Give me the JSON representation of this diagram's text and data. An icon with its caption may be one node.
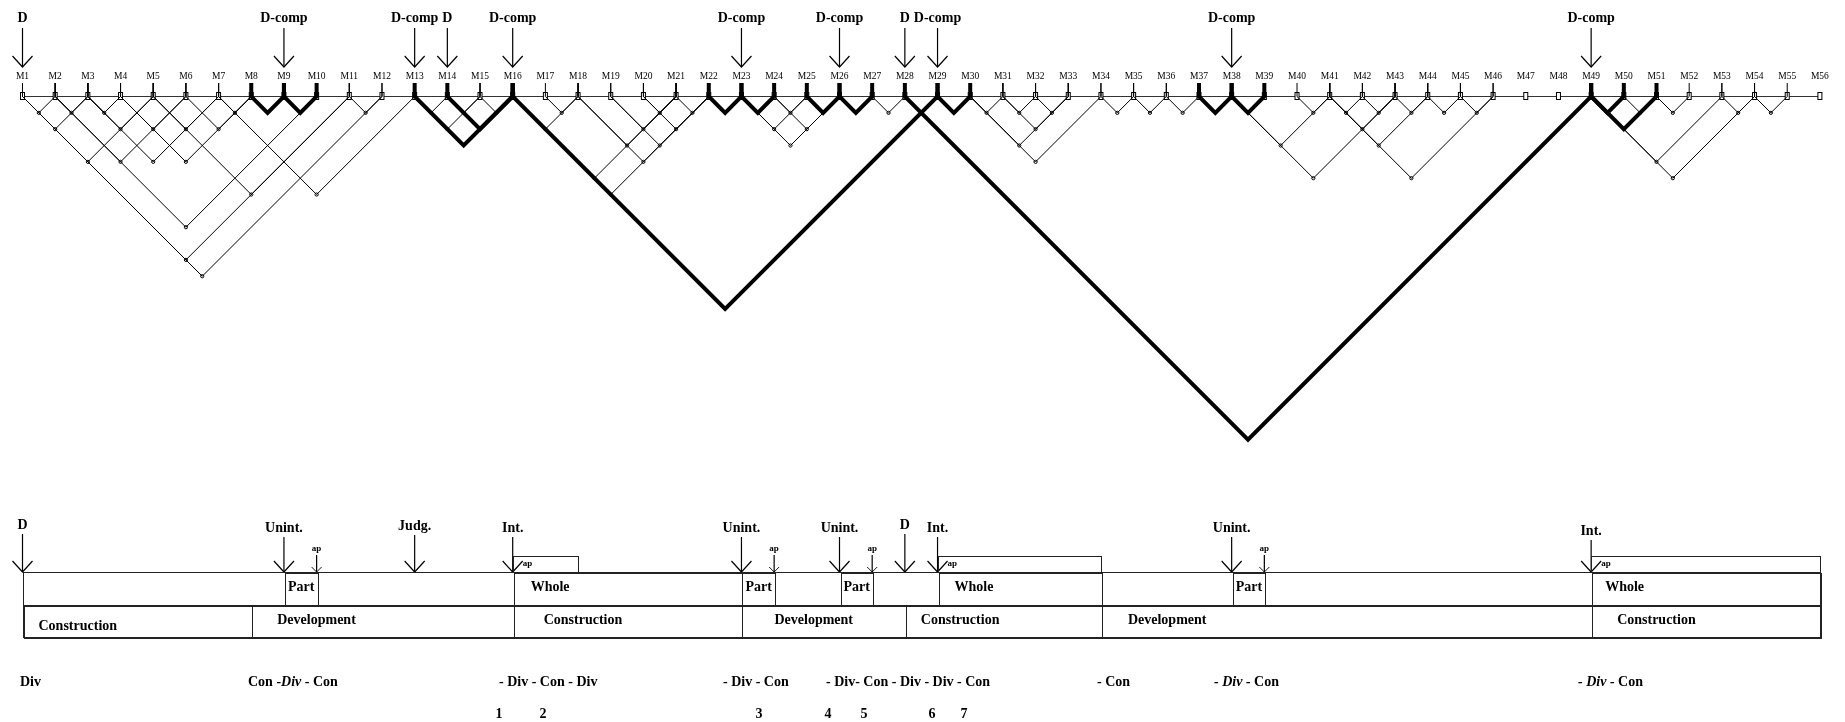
{
  "diagram": {
    "nodes": [
      {
        "text": [
          "D"
        ]
      },
      {
        "text": [
          "D-comp"
        ]
      },
      {
        "text": [
          "D-comp"
        ]
      },
      {
        "text": [
          "D"
        ]
      },
      {
        "text": [
          "D-comp"
        ]
      },
      {
        "text": [
          "D-comp"
        ]
      },
      {
        "text": [
          "D-comp"
        ]
      },
      {
        "text": [
          "D"
        ]
      },
      {
        "text": [
          "D-comp"
        ]
      },
      {
        "text": [
          "D-comp"
        ]
      },
      {
        "text": [
          "D-comp"
        ]
      },
      {
        "text": [
          "D"
        ]
      },
      {
        "text": [
          "Unint."
        ]
      },
      {
        "text": [
          "ap"
        ]
      },
      {
        "text": [
          "Judg."
        ]
      },
      {
        "text": [
          "Int."
        ]
      },
      {
        "text": [
          "Unint."
        ]
      },
      {
        "text": [
          "ap"
        ]
      },
      {
        "text": [
          "Unint."
        ]
      },
      {
        "text": [
          "ap"
        ]
      },
      {
        "text": [
          "D"
        ]
      },
      {
        "text": [
          "Int."
        ]
      },
      {
        "text": [
          "Unint."
        ]
      },
      {
        "text": [
          "ap"
        ]
      },
      {
        "text": [
          "Int."
        ]
      },
      {
        "text": [
          "ap"
        ]
      },
      {
        "text": [
          "ap"
        ]
      },
      {
        "text": [
          "ap"
        ]
      },
      {
        "text": [],
        "shape": "box"
      },
      {
        "text": [
          "Part"
        ],
        "in": 28
      },
      {
        "text": [
          "Whole"
        ],
        "in": 28
      },
      {
        "text": [
          "Part"
        ],
        "in": 28
      },
      {
        "text": [
          "Part"
        ],
        "in": 28
      },
      {
        "text": [
          "Whole"
        ],
        "in": 28
      },
      {
        "text": [
          "Part"
        ],
        "in": 28
      },
      {
        "text": [
          "Whole"
        ],
        "in": 28
      },
      {
        "text": [
          "Construction"
        ],
        "in": 28
      },
      {
        "text": [
          "Development"
        ],
        "in": 28
      },
      {
        "text": [
          "Construction"
        ],
        "in": 28
      },
      {
        "text": [
          "Development"
        ],
        "in": 28
      },
      {
        "text": [
          "Construction"
        ],
        "in": 28
      },
      {
        "text": [
          "Development"
        ],
        "in": 28
      },
      {
        "text": [
          "Construction"
        ],
        "in": 28
      },
      {
        "text": [
          "M1"
        ]
      },
      {
        "text": [
          "M2"
        ]
      },
      {
        "text": [
          "M3"
        ]
      },
      {
        "text": [
          "M4"
        ]
      },
      {
        "text": [
          "M5"
        ]
      },
      {
        "text": [
          "M6"
        ]
      },
      {
        "text": [
          "M7"
        ]
      },
      {
        "text": [
          "M8"
        ]
      },
      {
        "text": [
          "M9"
        ]
      },
      {
        "text": [
          "M10"
        ]
      },
      {
        "text": [
          "M11"
        ]
      },
      {
        "text": [
          "M12"
        ]
      },
      {
        "text": [
          "M13"
        ]
      },
      {
        "text": [
          "M14"
        ]
      },
      {
        "text": [
          "M15"
        ]
      },
      {
        "text": [
          "M16"
        ]
      },
      {
        "text": [
          "M17"
        ]
      },
      {
        "text": [
          "M18"
        ]
      },
      {
        "text": [
          "M19"
        ]
      },
      {
        "text": [
          "M20"
        ]
      },
      {
        "text": [
          "M21"
        ]
      },
      {
        "text": [
          "M22"
        ]
      },
      {
        "text": [
          "M23"
        ]
      },
      {
        "text": [
          "M24"
        ]
      },
      {
        "text": [
          "M25"
        ]
      },
      {
        "text": [
          "M26"
        ]
      },
      {
        "text": [
          "M27"
        ]
      },
      {
        "text": [
          "M28"
        ]
      },
      {
        "text": [
          "M29"
        ]
      },
      {
        "text": [
          "M30"
        ]
      },
      {
        "text": [
          "M31"
        ]
      },
      {
        "text": [
          "M32"
        ]
      },
      {
        "text": [
          "M33"
        ]
      },
      {
        "text": [
          "M34"
        ]
      },
      {
        "text": [
          "M35"
        ]
      },
      {
        "text": [
          "M36"
        ]
      },
      {
        "text": [
          "M37"
        ]
      },
      {
        "text": [
          "M38"
        ]
      },
      {
        "text": [
          "M39"
        ]
      },
      {
        "text": [
          "M40"
        ]
      },
      {
        "text": [
          "M41"
        ]
      },
      {
        "text": [
          "M42"
        ]
      },
      {
        "text": [
          "M43"
        ]
      },
      {
        "text": [
          "M44"
        ]
      },
      {
        "text": [
          "M45"
        ]
      },
      {
        "text": [
          "M46"
        ]
      },
      {
        "text": [
          "M47"
        ]
      },
      {
        "text": [
          "M48"
        ]
      },
      {
        "text": [
          "M49"
        ]
      },
      {
        "text": [
          "M50"
        ]
      },
      {
        "text": [
          "M51"
        ]
      },
      {
        "text": [
          "M52"
        ]
      },
      {
        "text": [
          "M53"
        ]
      },
      {
        "text": [
          "M54"
        ]
      },
      {
        "text": [
          "M55"
        ]
      },
      {
        "text": [
          "M56"
        ]
      }
    ],
    "edges": [
      {
        "from": 0,
        "to": 43,
        "arrow": "to"
      },
      {
        "from": 1,
        "to": 51,
        "arrow": "to"
      },
      {
        "from": 2,
        "to": 55,
        "arrow": "to"
      },
      {
        "from": 3,
        "to": 56,
        "arrow": "to"
      },
      {
        "from": 4,
        "to": 58,
        "arrow": "to"
      },
      {
        "from": 5,
        "to": 65,
        "arrow": "to"
      },
      {
        "from": 6,
        "to": 68,
        "arrow": "to"
      },
      {
        "from": 7,
        "to": 70,
        "arrow": "to"
      },
      {
        "from": 8,
        "to": 71,
        "arrow": "to"
      },
      {
        "from": 9,
        "to": 80,
        "arrow": "to"
      },
      {
        "from": 10,
        "to": 91,
        "arrow": "to"
      },
      {
        "from": 11,
        "to": 28,
        "arrow": "to"
      },
      {
        "from": 12,
        "to": 29,
        "arrow": "to"
      },
      {
        "from": 13,
        "to": 29,
        "arrow": "to"
      },
      {
        "from": 14,
        "to": 28,
        "arrow": "to"
      },
      {
        "from": 15,
        "to": 25,
        "arrow": "to"
      },
      {
        "from": 16,
        "to": 31,
        "arrow": "to"
      },
      {
        "from": 17,
        "to": 31,
        "arrow": "to"
      },
      {
        "from": 18,
        "to": 32,
        "arrow": "to"
      },
      {
        "from": 19,
        "to": 32,
        "arrow": "to"
      },
      {
        "from": 20,
        "to": 28,
        "arrow": "to"
      },
      {
        "from": 21,
        "to": 26,
        "arrow": "to"
      },
      {
        "from": 22,
        "to": 34,
        "arrow": "to"
      },
      {
        "from": 23,
        "to": 34,
        "arrow": "to"
      },
      {
        "from": 24,
        "to": 27,
        "arrow": "to"
      },
      {
        "from": 43,
        "to": 44,
        "arrow": "none"
      },
      {
        "from": 44,
        "to": 45,
        "arrow": "none"
      },
      {
        "from": 43,
        "to": 45,
        "arrow": "none"
      },
      {
        "from": 45,
        "to": 46,
        "arrow": "none"
      },
      {
        "from": 45,
        "to": 47,
        "arrow": "none"
      },
      {
        "from": 46,
        "to": 48,
        "arrow": "none"
      },
      {
        "from": 47,
        "to": 49,
        "arrow": "none"
      },
      {
        "from": 48,
        "to": 50,
        "arrow": "none"
      },
      {
        "from": 49,
        "to": 50,
        "arrow": "none"
      },
      {
        "from": 43,
        "to": 47,
        "arrow": "none"
      },
      {
        "from": 44,
        "to": 48,
        "arrow": "none"
      },
      {
        "from": 45,
        "to": 49,
        "arrow": "none"
      },
      {
        "from": 46,
        "to": 50,
        "arrow": "none"
      },
      {
        "from": 47,
        "to": 53,
        "arrow": "none"
      },
      {
        "from": 49,
        "to": 55,
        "arrow": "none"
      },
      {
        "from": 44,
        "to": 52,
        "arrow": "none"
      },
      {
        "from": 43,
        "to": 53,
        "arrow": "none"
      },
      {
        "from": 43,
        "to": 54,
        "arrow": "none"
      },
      {
        "from": 53,
        "to": 54,
        "arrow": "none"
      },
      {
        "from": 50,
        "to": 51,
        "arrow": "none",
        "style": "thick"
      },
      {
        "from": 51,
        "to": 52,
        "arrow": "none",
        "style": "thick"
      },
      {
        "from": 55,
        "to": 58,
        "arrow": "none",
        "style": "thick"
      },
      {
        "from": 56,
        "to": 58,
        "arrow": "none",
        "style": "thick"
      },
      {
        "from": 55,
        "to": 56,
        "arrow": "none"
      },
      {
        "from": 55,
        "to": 57,
        "arrow": "none"
      },
      {
        "from": 56,
        "to": 57,
        "arrow": "none"
      },
      {
        "from": 57,
        "to": 58,
        "arrow": "none"
      },
      {
        "from": 59,
        "to": 60,
        "arrow": "none"
      },
      {
        "from": 58,
        "to": 60,
        "arrow": "none"
      },
      {
        "from": 62,
        "to": 63,
        "arrow": "none"
      },
      {
        "from": 63,
        "to": 64,
        "arrow": "none"
      },
      {
        "from": 61,
        "to": 63,
        "arrow": "none"
      },
      {
        "from": 62,
        "to": 64,
        "arrow": "none"
      },
      {
        "from": 60,
        "to": 63,
        "arrow": "none"
      },
      {
        "from": 61,
        "to": 64,
        "arrow": "none"
      },
      {
        "from": 60,
        "to": 64,
        "arrow": "none"
      },
      {
        "from": 58,
        "to": 63,
        "arrow": "none"
      },
      {
        "from": 58,
        "to": 64,
        "arrow": "none"
      },
      {
        "from": 64,
        "to": 65,
        "arrow": "none",
        "style": "thick"
      },
      {
        "from": 65,
        "to": 66,
        "arrow": "none",
        "style": "thick"
      },
      {
        "from": 67,
        "to": 68,
        "arrow": "none",
        "style": "thick"
      },
      {
        "from": 68,
        "to": 69,
        "arrow": "none",
        "style": "thick"
      },
      {
        "from": 58,
        "to": 71,
        "arrow": "none",
        "style": "thick"
      },
      {
        "from": 70,
        "to": 91,
        "arrow": "none",
        "style": "thick"
      },
      {
        "from": 71,
        "to": 72,
        "arrow": "none",
        "style": "thick"
      },
      {
        "from": 79,
        "to": 80,
        "arrow": "none",
        "style": "thick"
      },
      {
        "from": 80,
        "to": 81,
        "arrow": "none",
        "style": "thick"
      },
      {
        "from": 91,
        "to": 93,
        "arrow": "none",
        "style": "thick"
      },
      {
        "from": 91,
        "to": 92,
        "arrow": "none",
        "style": "thick"
      },
      {
        "from": 66,
        "to": 67,
        "arrow": "none"
      },
      {
        "from": 66,
        "to": 68,
        "arrow": "none"
      },
      {
        "from": 65,
        "to": 68,
        "arrow": "none"
      },
      {
        "from": 65,
        "to": 67,
        "arrow": "none"
      },
      {
        "from": 69,
        "to": 70,
        "arrow": "none"
      },
      {
        "from": 72,
        "to": 73,
        "arrow": "none"
      },
      {
        "from": 73,
        "to": 74,
        "arrow": "none"
      },
      {
        "from": 74,
        "to": 75,
        "arrow": "none"
      },
      {
        "from": 73,
        "to": 75,
        "arrow": "none"
      },
      {
        "from": 72,
        "to": 75,
        "arrow": "none"
      },
      {
        "from": 72,
        "to": 76,
        "arrow": "none"
      },
      {
        "from": 76,
        "to": 77,
        "arrow": "none"
      },
      {
        "from": 77,
        "to": 78,
        "arrow": "none"
      },
      {
        "from": 78,
        "to": 79,
        "arrow": "none"
      },
      {
        "from": 82,
        "to": 83,
        "arrow": "none"
      },
      {
        "from": 83,
        "to": 84,
        "arrow": "none"
      },
      {
        "from": 84,
        "to": 85,
        "arrow": "none"
      },
      {
        "from": 85,
        "to": 86,
        "arrow": "none"
      },
      {
        "from": 86,
        "to": 87,
        "arrow": "none"
      },
      {
        "from": 87,
        "to": 88,
        "arrow": "none"
      },
      {
        "from": 80,
        "to": 83,
        "arrow": "none"
      },
      {
        "from": 83,
        "to": 85,
        "arrow": "none"
      },
      {
        "from": 83,
        "to": 86,
        "arrow": "none"
      },
      {
        "from": 80,
        "to": 85,
        "arrow": "none"
      },
      {
        "from": 83,
        "to": 88,
        "arrow": "none"
      },
      {
        "from": 92,
        "to": 93,
        "arrow": "none"
      },
      {
        "from": 93,
        "to": 94,
        "arrow": "none"
      },
      {
        "from": 95,
        "to": 96,
        "arrow": "none"
      },
      {
        "from": 96,
        "to": 97,
        "arrow": "none"
      },
      {
        "from": 91,
        "to": 95,
        "arrow": "none"
      },
      {
        "from": 91,
        "to": 96,
        "arrow": "none"
      }
    ],
    "labels": [
      "Div",
      "Con *-Div* - Con",
      "- Div - Con - Div",
      "- Div - Con",
      "- Div- Con - Div - Div - Con",
      "- Con",
      "*- Div -* Con",
      "*- Div -* Con",
      "1",
      "2",
      "3",
      "4",
      "5",
      "6",
      "7"
    ]
  }
}
